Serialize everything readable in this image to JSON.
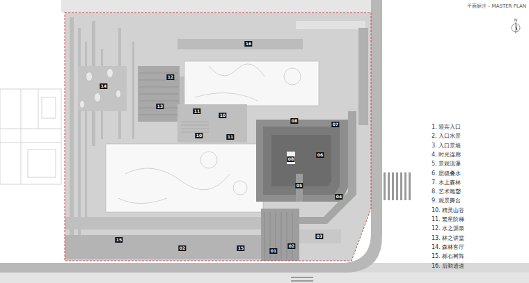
{
  "diagram": {
    "title": "平面标注 – MASTER PLAN",
    "labels": [
      "N",
      "16",
      "12",
      "14",
      "13",
      "11",
      "10",
      "08",
      "07",
      "10",
      "11",
      "06",
      "08",
      "05",
      "04",
      "03",
      "15",
      "02",
      "15",
      "02",
      "01"
    ],
    "legend": [
      {
        "text": "1. 迎宾入口"
      },
      {
        "text": "2. 入口水景"
      },
      {
        "text": "3. 入口景墙"
      },
      {
        "text": "4. 时光连廊"
      },
      {
        "text": "5. 景观流瀑"
      },
      {
        "text": "6. 层级叠水"
      },
      {
        "text": "7. 水上森林"
      },
      {
        "text": "8. 艺术雕塑"
      },
      {
        "text": "9. 观景舞台"
      },
      {
        "text": "10. 精灵山谷"
      },
      {
        "text": "11. 繁星阶梯"
      },
      {
        "text": "12. 水之源泉"
      },
      {
        "text": "13. 林之讲堂"
      },
      {
        "text": "14. 森林客厅"
      },
      {
        "text": "15. 栎石树阵"
      },
      {
        "text": "16. 后勤通道"
      }
    ]
  }
}
